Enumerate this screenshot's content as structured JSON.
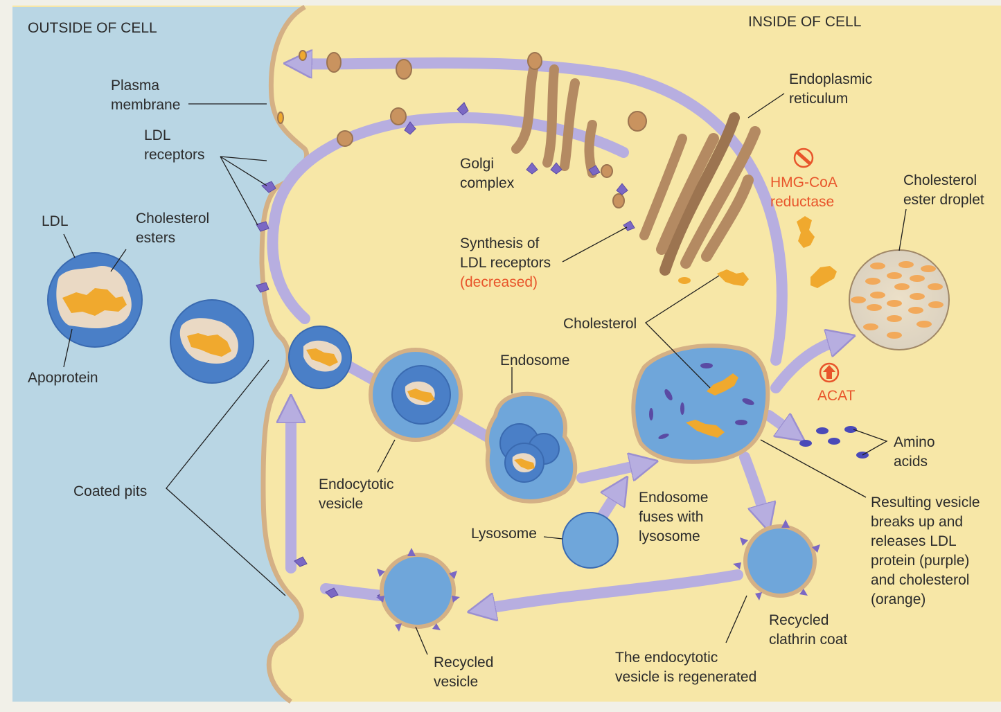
{
  "diagram": {
    "title": "Receptor-mediated endocytosis of LDL and cholesterol regulation",
    "regions": {
      "outside": "OUTSIDE OF CELL",
      "inside": "INSIDE OF CELL"
    },
    "labels": {
      "plasma_membrane": [
        "Plasma",
        "membrane"
      ],
      "ldl_receptors": [
        "LDL",
        "receptors"
      ],
      "ldl": "LDL",
      "cholesterol_esters": [
        "Cholesterol",
        "esters"
      ],
      "apoprotein": "Apoprotein",
      "coated_pits": "Coated pits",
      "golgi": [
        "Golgi",
        "complex"
      ],
      "er": [
        "Endoplasmic",
        "reticulum"
      ],
      "synthesis": [
        "Synthesis of",
        "LDL receptors"
      ],
      "synthesis_status": "(decreased)",
      "hmg": [
        "HMG-CoA",
        "reductase"
      ],
      "cholesterol_ester_droplet": [
        "Cholesterol",
        "ester droplet"
      ],
      "cholesterol": "Cholesterol",
      "acat": "ACAT",
      "endosome": "Endosome",
      "endocytotic_vesicle": [
        "Endocytotic",
        "vesicle"
      ],
      "lysosome": "Lysosome",
      "endosome_fuses": [
        "Endosome",
        "fuses with",
        "lysosome"
      ],
      "amino_acids": [
        "Amino",
        "acids"
      ],
      "resulting_vesicle": [
        "Resulting vesicle",
        "breaks up and",
        "releases LDL",
        "protein (purple)",
        "and cholesterol",
        "(orange)"
      ],
      "recycled_clathrin": [
        "Recycled",
        "clathrin coat"
      ],
      "regenerated": [
        "The endocytotic",
        "vesicle is regenerated"
      ],
      "recycled_vesicle": [
        "Recycled",
        "vesicle"
      ]
    },
    "indicators": {
      "hmg_coa_reductase": "inhibited",
      "acat": "increased",
      "ldl_receptor_synthesis": "decreased"
    },
    "colors": {
      "outside": "#b9d6e4",
      "cytoplasm": "#f7e7a7",
      "membrane": "#d4b085",
      "pathway_arrow": "#b7aee0",
      "ldl_shell": "#4a7fc7",
      "vesicle_fill": "#6fa6da",
      "receptor": "#7b68c4",
      "cholesterol": "#f0a92e",
      "er": "#b48a62",
      "alert": "#e8552b"
    }
  }
}
